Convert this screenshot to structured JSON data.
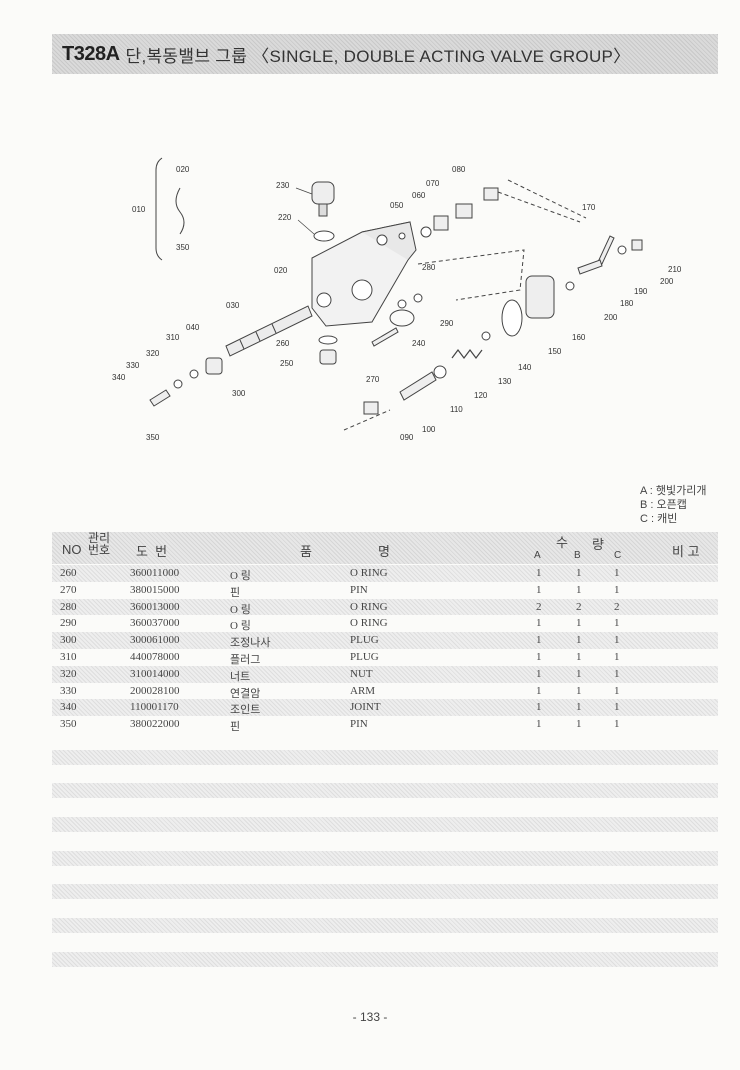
{
  "header": {
    "code": "T328A",
    "title": "단,복동밸브 그룹  〈SINGLE, DOUBLE ACTING VALVE GROUP〉"
  },
  "diagram": {
    "labels": [
      "020",
      "010",
      "350",
      "230",
      "220",
      "020",
      "030",
      "040",
      "310",
      "320",
      "330",
      "340",
      "350",
      "260",
      "250",
      "270",
      "240",
      "280",
      "290",
      "050",
      "060",
      "070",
      "080",
      "170",
      "210",
      "200",
      "190",
      "180",
      "200",
      "160",
      "150",
      "140",
      "130",
      "120",
      "110",
      "100",
      "090",
      "300"
    ]
  },
  "legend": [
    "A : 햇빛가리개",
    "B : 오픈캡",
    "C : 캐빈"
  ],
  "table": {
    "headers": {
      "no": "NO",
      "mgmt_top": "관리",
      "mgmt_bottom": "번호",
      "drawing": "도  번",
      "name_a": "품",
      "name_b": "명",
      "qty_a": "수",
      "qty_b": "량",
      "note": "비 고",
      "a": "A",
      "b": "B",
      "c": "C"
    },
    "rows": [
      {
        "no": "260",
        "part": "360011000",
        "kname": "O 링",
        "ename": "O RING",
        "a": "1",
        "b": "1",
        "c": "1"
      },
      {
        "no": "270",
        "part": "380015000",
        "kname": "핀",
        "ename": "PIN",
        "a": "1",
        "b": "1",
        "c": "1"
      },
      {
        "no": "280",
        "part": "360013000",
        "kname": "O 링",
        "ename": "O RING",
        "a": "2",
        "b": "2",
        "c": "2"
      },
      {
        "no": "290",
        "part": "360037000",
        "kname": "O 링",
        "ename": "O RING",
        "a": "1",
        "b": "1",
        "c": "1"
      },
      {
        "no": "300",
        "part": "300061000",
        "kname": "조정나사",
        "ename": "PLUG",
        "a": "1",
        "b": "1",
        "c": "1"
      },
      {
        "no": "310",
        "part": "440078000",
        "kname": "플러그",
        "ename": "PLUG",
        "a": "1",
        "b": "1",
        "c": "1"
      },
      {
        "no": "320",
        "part": "310014000",
        "kname": "너트",
        "ename": "NUT",
        "a": "1",
        "b": "1",
        "c": "1"
      },
      {
        "no": "330",
        "part": "200028100",
        "kname": "연결암",
        "ename": "ARM",
        "a": "1",
        "b": "1",
        "c": "1"
      },
      {
        "no": "340",
        "part": "110001170",
        "kname": "조인트",
        "ename": "JOINT",
        "a": "1",
        "b": "1",
        "c": "1"
      },
      {
        "no": "350",
        "part": "380022000",
        "kname": "핀",
        "ename": "PIN",
        "a": "1",
        "b": "1",
        "c": "1"
      }
    ]
  },
  "page_number": "- 133 -"
}
